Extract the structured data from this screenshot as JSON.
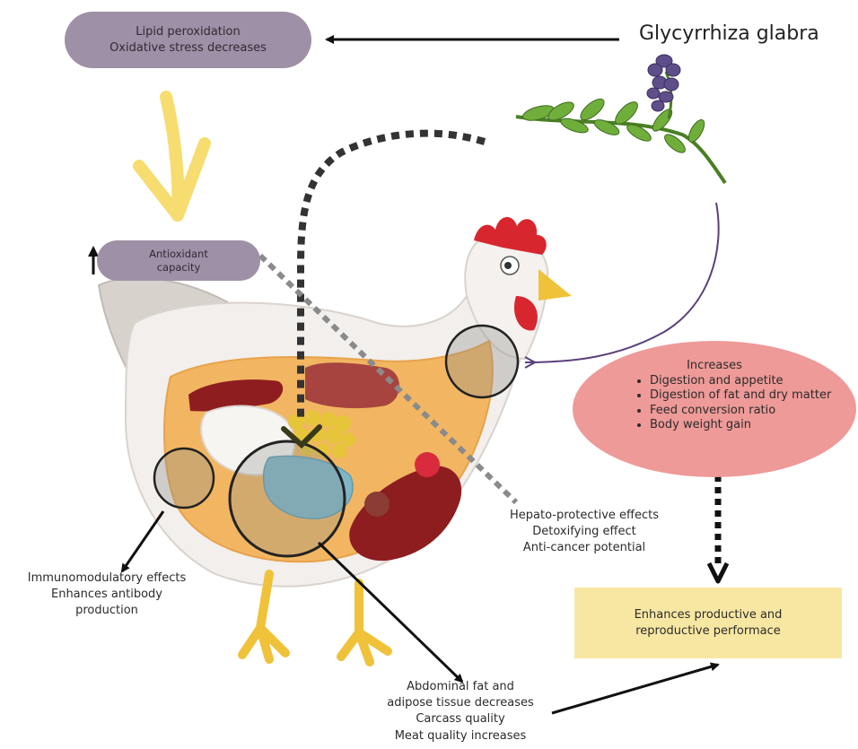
{
  "title": "Glycyrrhiza glabra",
  "lipid_box": [
    "Lipid peroxidation",
    "Oxidative stress decreases"
  ],
  "antioxidant_box": [
    "Antioxidant",
    "capacity"
  ],
  "increases_box": {
    "heading": "Increases",
    "items": [
      "Digestion and appetite",
      "Digestion of fat and dry matter",
      "Feed conversion ratio",
      "Body weight gain"
    ]
  },
  "hepato_text": [
    "Hepato-protective effects",
    "Detoxifying effect",
    "Anti-cancer potential"
  ],
  "immuno_text": [
    "Immunomodulatory effects",
    "Enhances antibody",
    "production"
  ],
  "productive_box": [
    "Enhances productive and",
    "reproductive performace"
  ],
  "abdominal_text": [
    "Abdominal fat and",
    "adipose tissue decreases",
    "Carcass quality",
    "Meat quality increases"
  ],
  "colors": {
    "purple_box": "#9e90a6",
    "pink_box": "#ee9a98",
    "yellow_box": "#f8e7a2",
    "yellow_arrow": "#f7dc6f",
    "hen_body": "#f2efec",
    "comb": "#d8262f",
    "beak": "#f0c23a",
    "leaf": "#6fae3b",
    "flower": "#5e4e8a"
  }
}
